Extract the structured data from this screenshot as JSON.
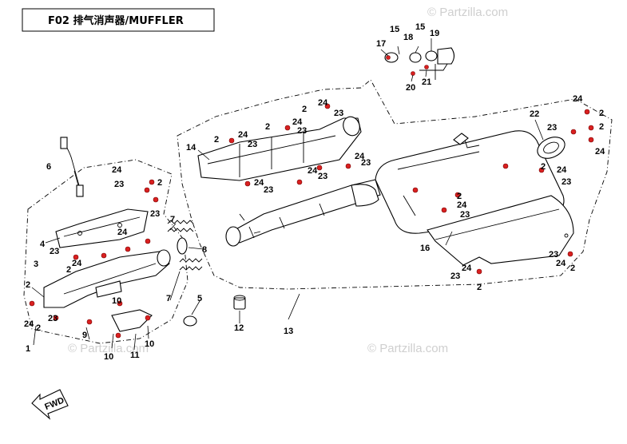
{
  "header": {
    "code": "F02",
    "title_cn": "排气消声器",
    "title_en": "/MUFFLER"
  },
  "watermarks": {
    "top": "© Partzilla.com",
    "left": "© Partzilla.com",
    "center": "© Partzilla.com"
  },
  "direction_arrow": {
    "label": "FWD"
  },
  "callouts": {
    "l1": "1",
    "l2a": "2",
    "l2b": "2",
    "l2c": "2",
    "l2d": "2",
    "l2e": "2",
    "l2f": "2",
    "l2g": "2",
    "l2h": "2",
    "l2i": "2",
    "l2j": "2",
    "l2k": "2",
    "l2l": "2",
    "l2m": "2",
    "l3": "3",
    "l4": "4",
    "l5": "5",
    "l6": "6",
    "l7a": "7",
    "l7b": "7",
    "l8": "8",
    "l9": "9",
    "l10a": "10",
    "l10b": "10",
    "l10c": "10",
    "l11": "11",
    "l12": "12",
    "l13": "13",
    "l14": "14",
    "l15a": "15",
    "l15b": "15",
    "l16": "16",
    "l17": "17",
    "l18": "18",
    "l19": "19",
    "l20": "20",
    "l21": "21",
    "l22": "22",
    "l23a": "23",
    "l23b": "23",
    "l23c": "23",
    "l23d": "23",
    "l23e": "23",
    "l23f": "23",
    "l23g": "23",
    "l23h": "23",
    "l23i": "23",
    "l23j": "23",
    "l23k": "23",
    "l23l": "23",
    "l23m": "23",
    "l23n": "23",
    "l23o": "23",
    "l24a": "24",
    "l24b": "24",
    "l24c": "24",
    "l24d": "24",
    "l24e": "24",
    "l24f": "24",
    "l24g": "24",
    "l24h": "24",
    "l24i": "24",
    "l24j": "24",
    "l24k": "24",
    "l24l": "24",
    "l24m": "24",
    "l24n": "24",
    "l24o": "24",
    "l24p": "24"
  },
  "colors": {
    "line": "#000000",
    "fastener": "#d92020",
    "watermark": "#cfcfcf",
    "background": "#ffffff"
  }
}
